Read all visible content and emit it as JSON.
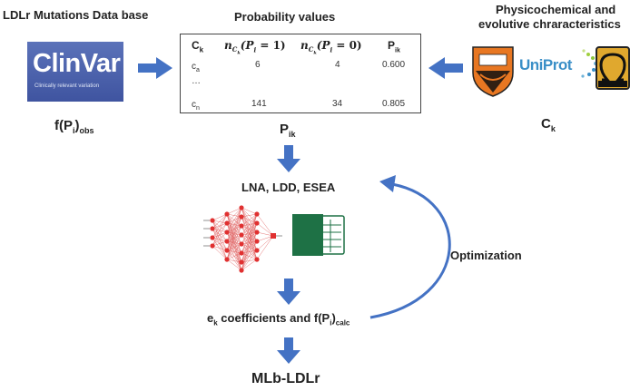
{
  "titles": {
    "database": "LDLr Mutations Data base",
    "probability": "Probability values",
    "physico_line1": "Physicochemical and",
    "physico_line2": "evolutive chraracteristics"
  },
  "clinvar": {
    "name": "ClinVar",
    "tagline": "Clinically relevant variation"
  },
  "uniprot_name": "UniProt",
  "clustal_name": "CLUSTAL",
  "labels": {
    "f_main": "f(P",
    "f_i": "i",
    "f_close": ")",
    "f_sub": "obs",
    "p_main": "P",
    "p_sub": "ik",
    "c_main": "C",
    "c_sub": "k"
  },
  "table": {
    "h_c": "C",
    "h_c_sub": "k",
    "h_n1_pre": "n",
    "h_n1_expr": "(P",
    "h_n1_i": "i",
    "h_n1_val": " = 1)",
    "h_n0_pre": "n",
    "h_n0_expr": "(P",
    "h_n0_i": "i",
    "h_n0_val": " = 0)",
    "h_p": "P",
    "h_p_sub": "ik",
    "h_sub_c": "C",
    "h_sub_k": "k",
    "row1_c": "c",
    "row1_c_sub": "a",
    "row1_n1": "6",
    "row1_n0": "4",
    "row1_p": "0.600",
    "ellipsis": "…",
    "row2_c": "c",
    "row2_c_sub": "n",
    "row2_n1": "141",
    "row2_n0": "34",
    "row2_p": "0.805"
  },
  "flow": {
    "methods": "LNA, LDD, ESEA",
    "optimization": "Optimization",
    "coef_e": "e",
    "coef_k": "k",
    "coef_mid": " coefficients and f(P",
    "coef_i": "i",
    "coef_close": ")",
    "coef_calc": "calc",
    "result": "MLb-LDLr"
  },
  "excel_letter": "X",
  "colors": {
    "arrow": "#4472C4",
    "clinvar": "#4a60a8",
    "excel": "#1E7145",
    "princeton": "#E87722",
    "uniprot_blue": "#3a8fc7",
    "uniprot_green": "#9fcf3e",
    "clustal_gold": "#E0A82E",
    "nn_node": "#E03030"
  },
  "icons": [
    "clinvar-logo",
    "princeton-shield-icon",
    "uniprot-logo",
    "clustal-omega-icon",
    "neural-network-icon",
    "excel-icon"
  ]
}
